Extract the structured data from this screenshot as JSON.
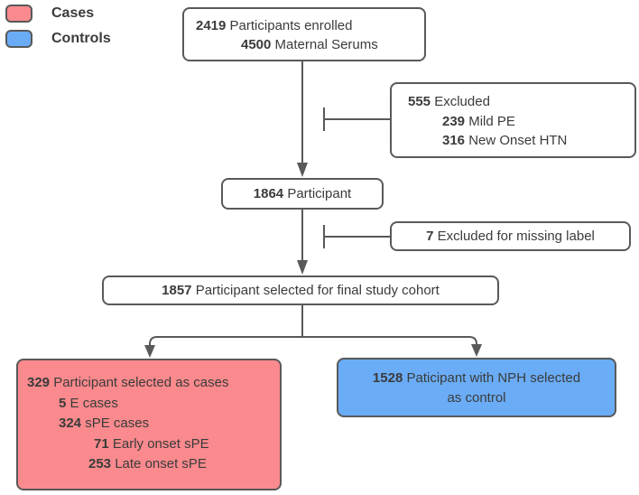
{
  "legend": {
    "cases_label": "Cases",
    "controls_label": "Controls"
  },
  "nodes": {
    "enrolled": {
      "lines": [
        {
          "num": "2419",
          "text": "Participants enrolled"
        },
        {
          "num": "4500",
          "text": "Maternal Serums"
        }
      ]
    },
    "excluded_first": {
      "lines": [
        {
          "num": "555",
          "text": "Excluded"
        },
        {
          "num": "239",
          "text": "Mild PE"
        },
        {
          "num": "316",
          "text": "New Onset HTN"
        }
      ]
    },
    "participants": {
      "num": "1864",
      "text": "Participant"
    },
    "excluded_missing": {
      "num": "7",
      "text": "Excluded for missing label"
    },
    "final_cohort": {
      "num": "1857",
      "text": "Participant selected for final study cohort"
    },
    "cases": {
      "lines": [
        {
          "num": "329",
          "text": "Participant selected as cases"
        },
        {
          "num": "5",
          "text": "E cases"
        },
        {
          "num": "324",
          "text": "sPE cases"
        },
        {
          "num": "71",
          "text": "Early onset sPE"
        },
        {
          "num": "253",
          "text": "Late onset sPE"
        }
      ]
    },
    "controls": {
      "line1_num": "1528",
      "line1_text": "Paticipant with NPH selected",
      "line2_text": "as control"
    }
  },
  "colors": {
    "cases_fill": "#fa8a8d",
    "controls_fill": "#6aacf6",
    "stroke": "#595959",
    "text": "#3b3b3b"
  }
}
